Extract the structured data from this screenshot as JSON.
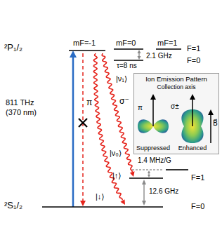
{
  "diagram": {
    "nodes": [
      {
        "text": [
          "Ion Emission Pattern"
        ]
      }
    ],
    "labels": [
      "²P₁/₂",
      "mF=-1",
      "mF=0",
      "mF=1",
      "F=1",
      "2.1 GHz",
      "F=0",
      "τ=8 ns",
      "811 THz",
      "(370 nm)",
      "π",
      "σ⁻",
      "|ν₁⟩",
      "|ν₀⟩",
      "1.4 MHz/G",
      "|↑⟩",
      "F=1",
      "12.6 GHz",
      "|↓⟩",
      "F=0",
      "²S₁/₂",
      "Collection axis",
      "π",
      "σ±",
      "Suppressed",
      "Enhanced",
      "B⃗"
    ]
  }
}
